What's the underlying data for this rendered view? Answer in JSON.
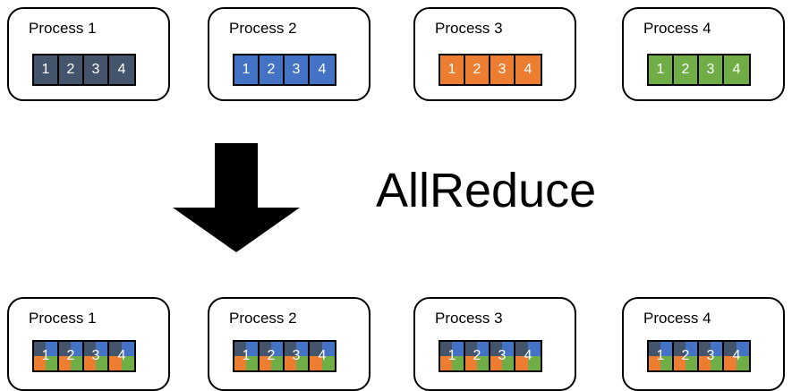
{
  "diagram": {
    "operation_label": "AllReduce",
    "arrow_icon": "arrow-down-icon",
    "arrow_color": "#000000",
    "background": "#ffffff"
  },
  "palette": {
    "navy": "#44546A",
    "blue": "#4472C4",
    "orange": "#ED7D31",
    "green": "#70AD47",
    "outline": "#000000",
    "label_text": "#FFFFFF"
  },
  "before": {
    "row_label": "before-allreduce",
    "processes": [
      {
        "title": "Process 1",
        "color": "#44546A",
        "color_name": "navy",
        "cells": [
          "1",
          "2",
          "3",
          "4"
        ]
      },
      {
        "title": "Process 2",
        "color": "#4472C4",
        "color_name": "blue",
        "cells": [
          "1",
          "2",
          "3",
          "4"
        ]
      },
      {
        "title": "Process 3",
        "color": "#ED7D31",
        "color_name": "orange",
        "cells": [
          "1",
          "2",
          "3",
          "4"
        ]
      },
      {
        "title": "Process 4",
        "color": "#70AD47",
        "color_name": "green",
        "cells": [
          "1",
          "2",
          "3",
          "4"
        ]
      }
    ]
  },
  "after": {
    "row_label": "after-allreduce",
    "quadrant_colors": {
      "top_left": "#44546A",
      "top_right": "#4472C4",
      "bottom_left": "#ED7D31",
      "bottom_right": "#70AD47"
    },
    "processes": [
      {
        "title": "Process 1",
        "cells": [
          "1",
          "2",
          "3",
          "4"
        ]
      },
      {
        "title": "Process 2",
        "cells": [
          "1",
          "2",
          "3",
          "4"
        ]
      },
      {
        "title": "Process 3",
        "cells": [
          "1",
          "2",
          "3",
          "4"
        ]
      },
      {
        "title": "Process 4",
        "cells": [
          "1",
          "2",
          "3",
          "4"
        ]
      }
    ]
  }
}
